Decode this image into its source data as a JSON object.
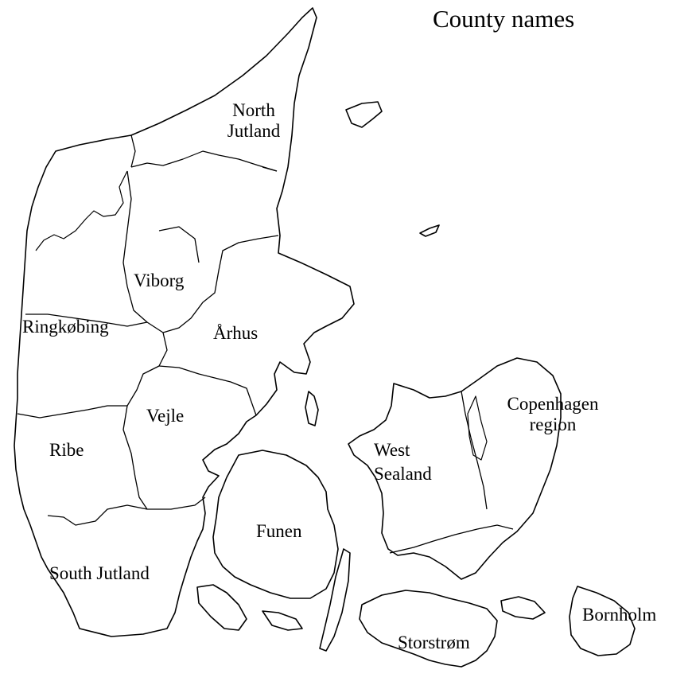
{
  "map": {
    "title": "County names",
    "counties": [
      {
        "id": "north-jutland",
        "label": "North\nJutland"
      },
      {
        "id": "viborg",
        "label": "Viborg"
      },
      {
        "id": "ringkobing",
        "label": "Ringkøbing"
      },
      {
        "id": "arhus",
        "label": "Århus"
      },
      {
        "id": "vejle",
        "label": "Vejle"
      },
      {
        "id": "ribe",
        "label": "Ribe"
      },
      {
        "id": "south-jutland",
        "label": "South Jutland"
      },
      {
        "id": "funen",
        "label": "Funen"
      },
      {
        "id": "west-sealand",
        "label": "West\nSealand"
      },
      {
        "id": "copenhagen-region",
        "label": "Copenhagen\nregion"
      },
      {
        "id": "storstrom",
        "label": "Storstrøm"
      },
      {
        "id": "bornholm",
        "label": "Bornholm"
      }
    ],
    "colors": {
      "land": "#ffffff",
      "outline": "#000000",
      "background": "#ffffff"
    }
  }
}
